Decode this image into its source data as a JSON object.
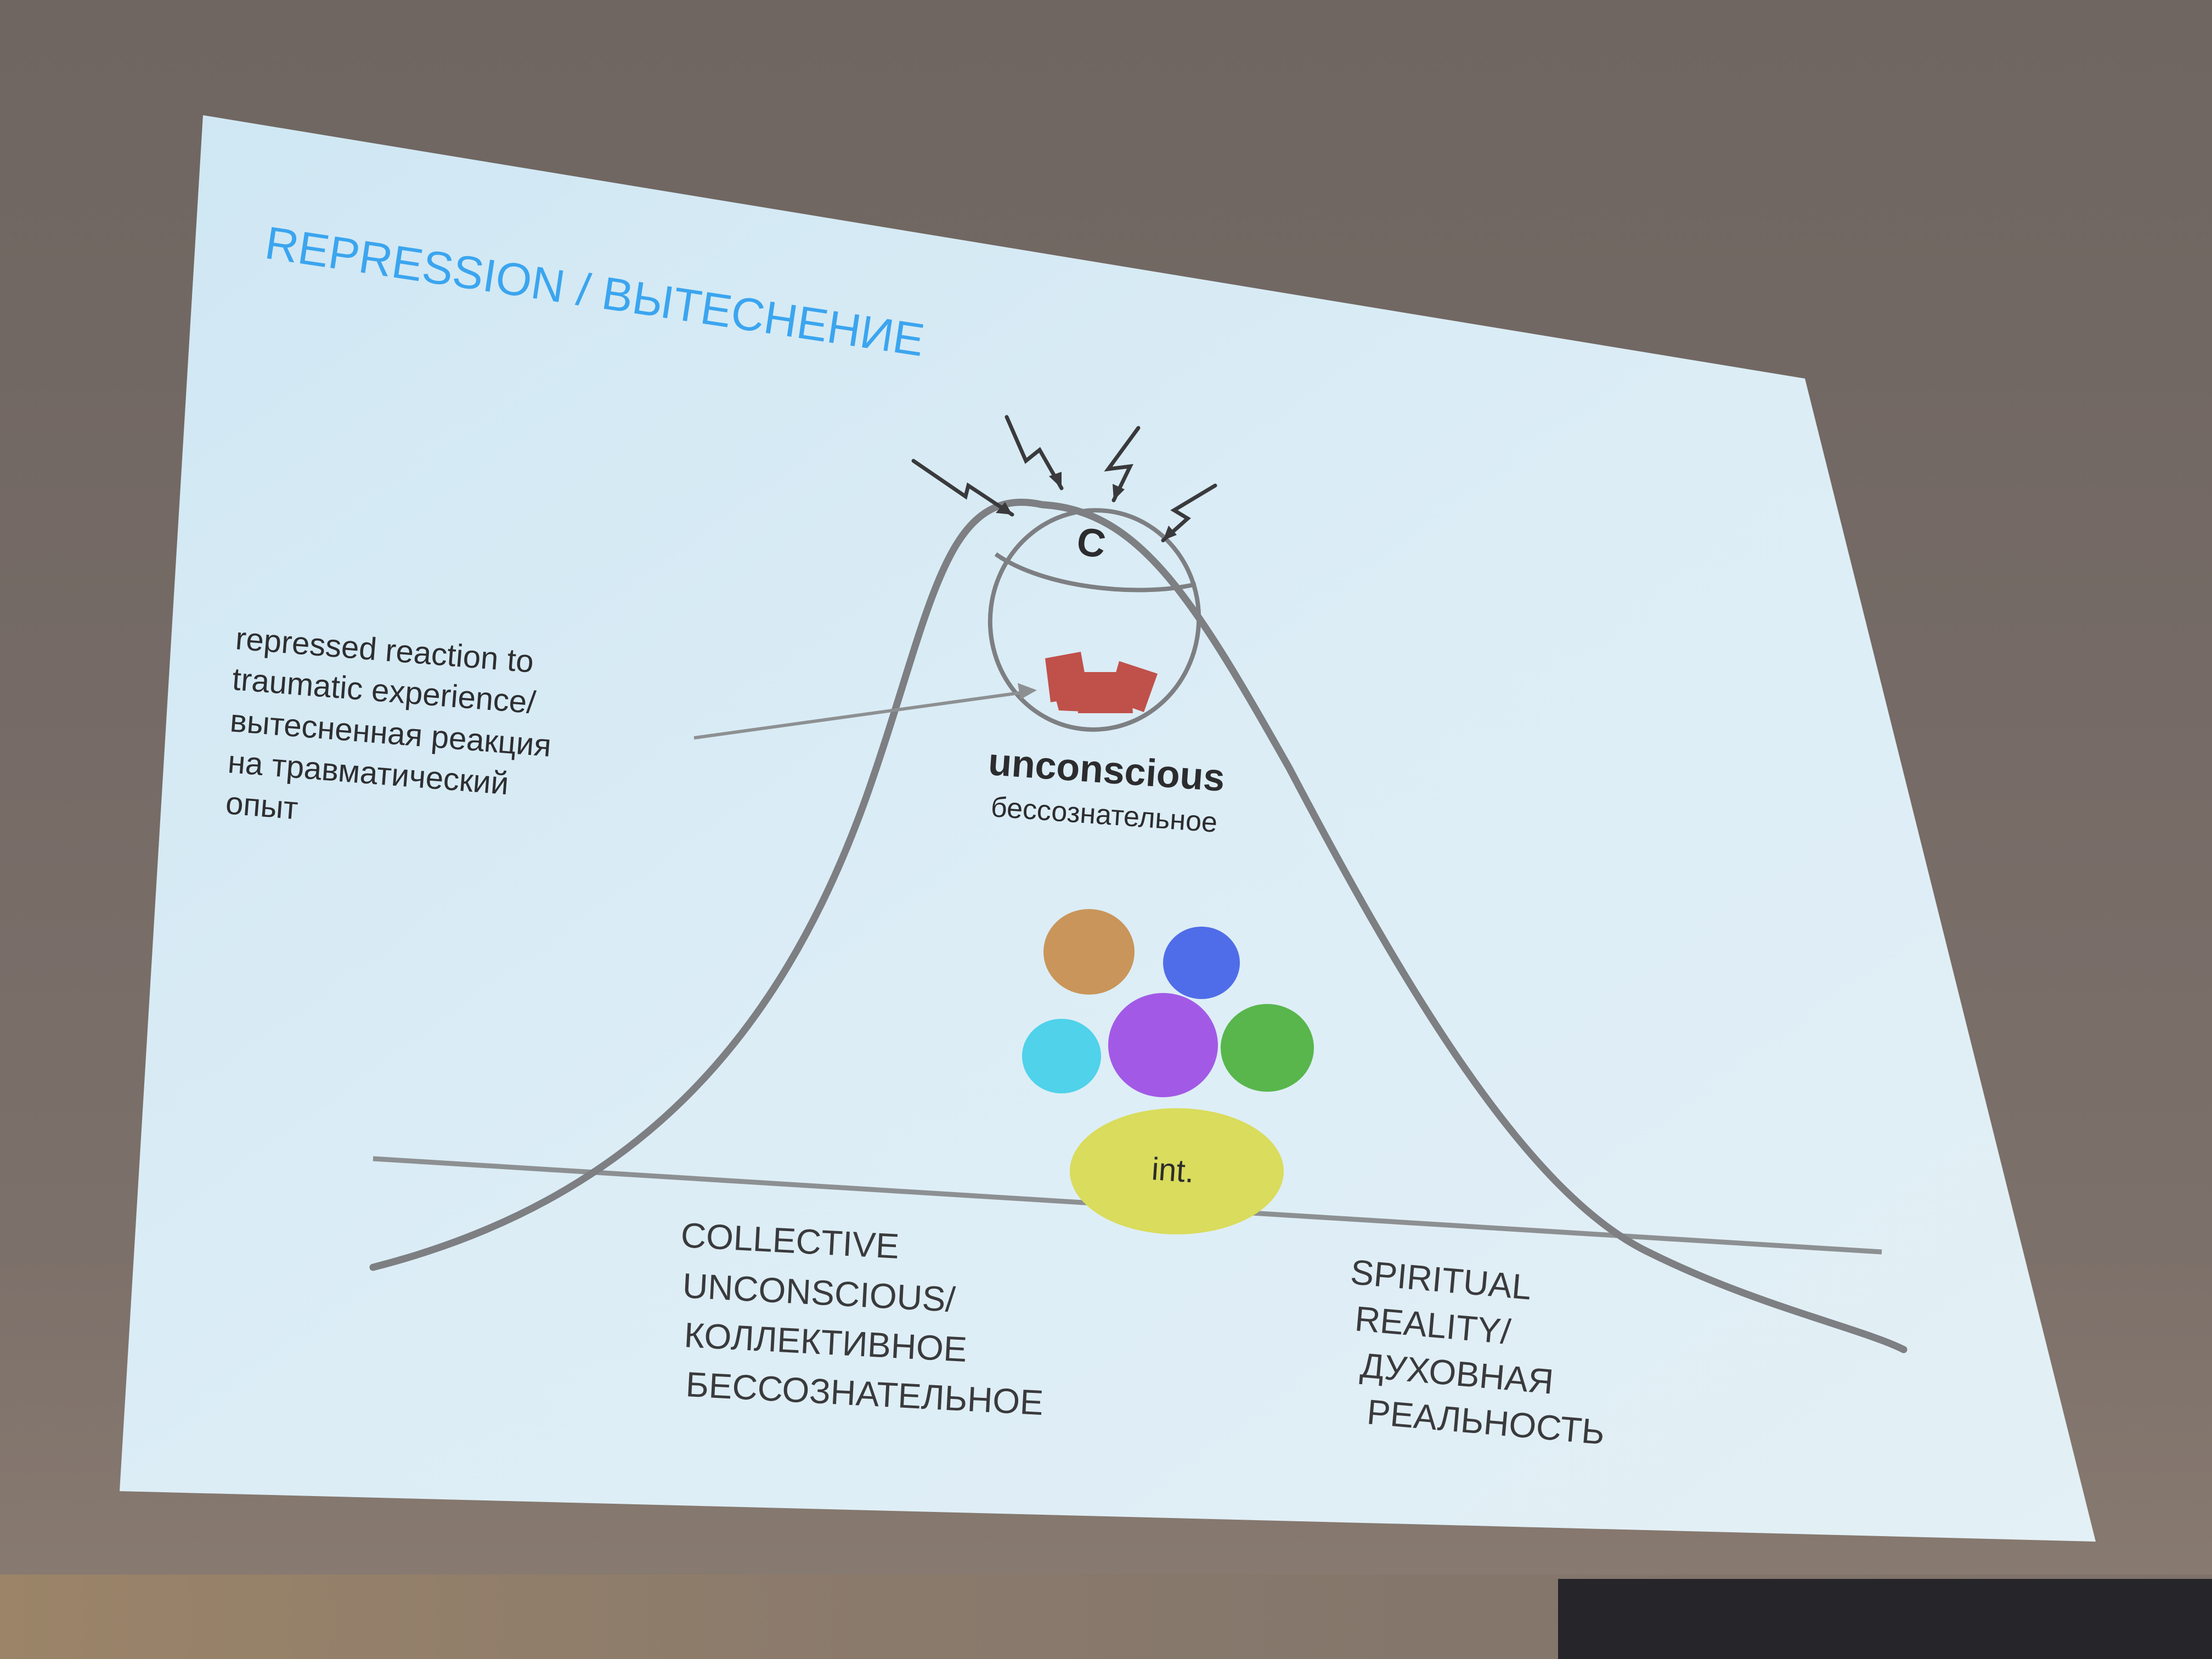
{
  "slide": {
    "title": "REPRESSION / ВЫТЕСНЕНИЕ",
    "conscious_label": "C",
    "unconscious_label": "unconscious",
    "unconscious_sub": "бессознательное",
    "integration_label": "int.",
    "repressed_note": [
      "repressed reaction to",
      "traumatic experience/",
      "вытесненная реакция",
      "на травматический",
      "опыт"
    ],
    "collective_label": [
      "COLLECTIVE",
      "UNCONSCIOUS/",
      "КОЛЛЕКТИВНОЕ",
      "БЕССОЗНАТЕЛЬНОЕ"
    ],
    "spiritual_label": [
      "SPIRITUAL",
      "REALITY/",
      "ДУХОВНАЯ",
      "РЕАЛЬНОСТЬ"
    ]
  },
  "colors": {
    "slide_background": "#dcedf6",
    "title": "#3ba5ef",
    "curve": "#7d7f82",
    "repressed_block": "#c0504a",
    "bubble_orange": "#c9955a",
    "bubble_blue": "#4f6de8",
    "bubble_cyan": "#4fd2ea",
    "bubble_purple": "#a25ae6",
    "bubble_green": "#58b64c",
    "bubble_yellow": "#d9dc5c"
  }
}
